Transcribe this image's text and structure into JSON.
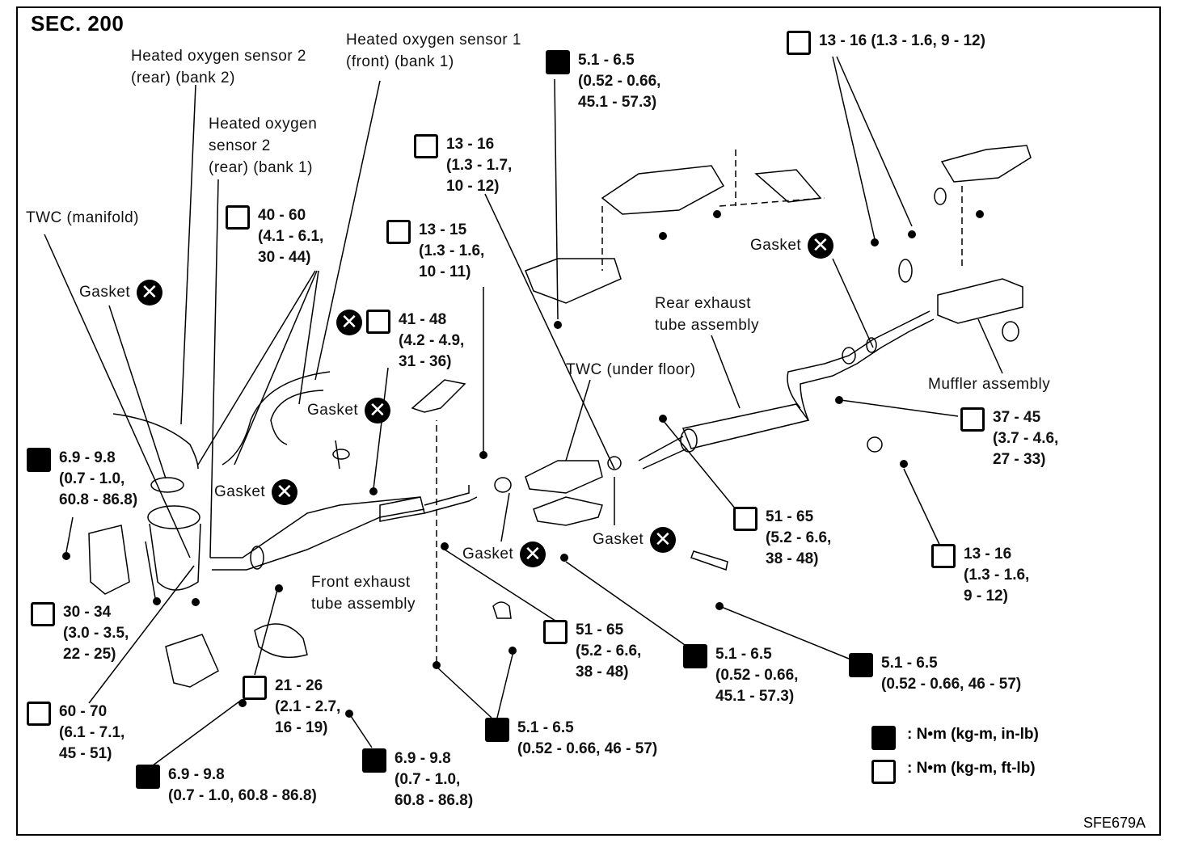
{
  "section_label": "SEC. 200",
  "figure_code": "SFE679A",
  "components": {
    "ho2s2_bank2": [
      "Heated oxygen sensor 2",
      "(rear) (bank 2)"
    ],
    "ho2s1_bank1": [
      "Heated oxygen sensor 1",
      "(front) (bank 1)"
    ],
    "ho2s2_bank1": [
      "Heated oxygen",
      "sensor 2",
      "(rear) (bank 1)"
    ],
    "twc_manifold": "TWC (manifold)",
    "twc_under_floor": "TWC (under floor)",
    "rear_exhaust_tube": [
      "Rear exhaust",
      "tube assembly"
    ],
    "front_exhaust_tube": [
      "Front exhaust",
      "tube assembly"
    ],
    "muffler": "Muffler assembly",
    "gasket": "Gasket"
  },
  "torques": {
    "t_5165_top": [
      "5.1 - 6.5",
      "(0.52 - 0.66,",
      "45.1 - 57.3)"
    ],
    "t_1316_top": [
      "13 - 16 (1.3 - 1.6, 9 - 12)"
    ],
    "t_1316_mid": [
      "13 - 16",
      "(1.3 - 1.7,",
      "10 - 12)"
    ],
    "t_4060": [
      "40 - 60",
      "(4.1 - 6.1,",
      "30 - 44)"
    ],
    "t_1315": [
      "13 - 15",
      "(1.3 - 1.6,",
      "10 - 11)"
    ],
    "t_4148": [
      "41 - 48",
      "(4.2 - 4.9,",
      "31 - 36)"
    ],
    "t_6998_left": [
      "6.9 - 9.8",
      "(0.7 - 1.0,",
      "60.8 - 86.8)"
    ],
    "t_3034": [
      "30 - 34",
      "(3.0 - 3.5,",
      "22 - 25)"
    ],
    "t_6070": [
      "60 - 70",
      "(6.1 - 7.1,",
      "45 - 51)"
    ],
    "t_6998_bottom": [
      "6.9 - 9.8",
      "(0.7 - 1.0, 60.8 - 86.8)"
    ],
    "t_2126": [
      "21 - 26",
      "(2.1 - 2.7,",
      "16 - 19)"
    ],
    "t_6998_mid": [
      "6.9 - 9.8",
      "(0.7 - 1.0,",
      "60.8 - 86.8)"
    ],
    "t_5165_bottom": [
      "5.1 - 6.5",
      "(0.52 - 0.66, 46 - 57)"
    ],
    "t_5165_a": [
      "51 - 65",
      "(5.2 - 6.6,",
      "38 - 48)"
    ],
    "t_5165_b": [
      "51 - 65",
      "(5.2 - 6.6,",
      "38 - 48)"
    ],
    "t_5165_mid": [
      "5.1 - 6.5",
      "(0.52 - 0.66,",
      "45.1 - 57.3)"
    ],
    "t_5165_right": [
      "5.1 - 6.5",
      "(0.52 - 0.66, 46 - 57)"
    ],
    "t_3745": [
      "37 - 45",
      "(3.7 - 4.6,",
      "27 - 33)"
    ],
    "t_1316_right": [
      "13 - 16",
      "(1.3 - 1.6,",
      "9 - 12)"
    ]
  },
  "legend": {
    "inlb": ": N•m (kg-m, in-lb)",
    "ftlb": ": N•m (kg-m, ft-lb)"
  }
}
